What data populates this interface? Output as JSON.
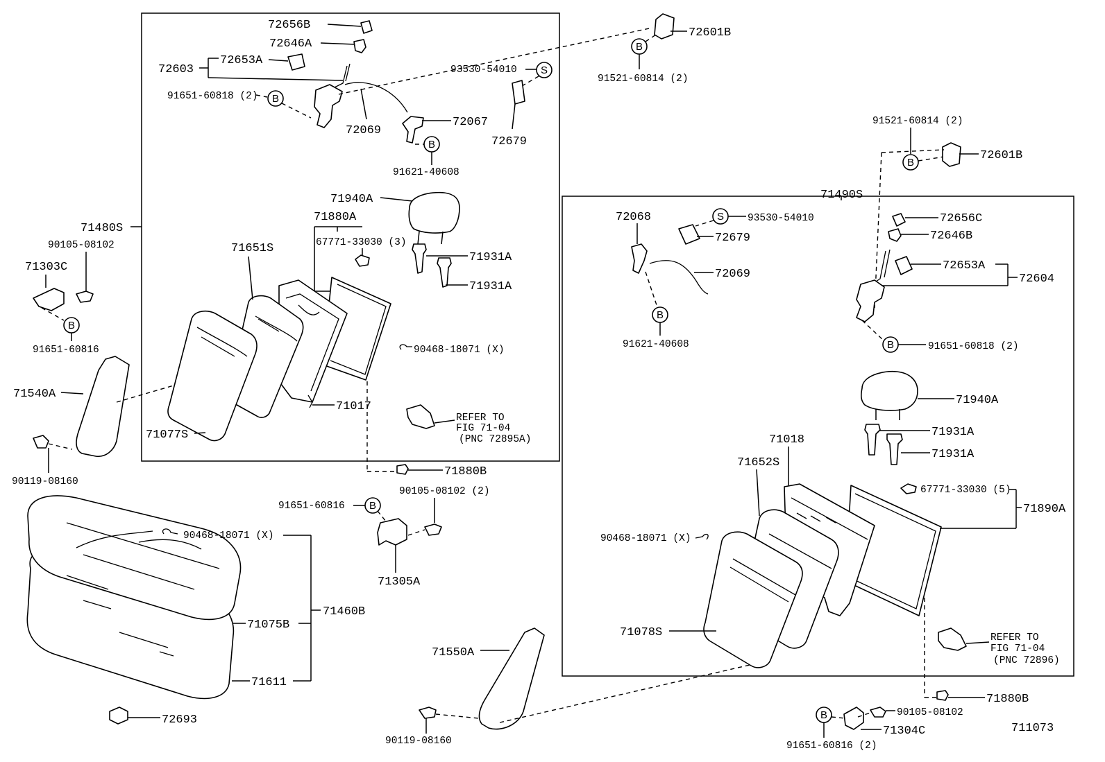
{
  "labels": {
    "l_72656B": "72656B",
    "l_72646A": "72646A",
    "l_72603": "72603",
    "l_72653A": "72653A",
    "l_91651_60818_2": "91651-60818 (2)",
    "l_72069": "72069",
    "l_72067": "72067",
    "l_91621_40608": "91621-40608",
    "l_93530_54010": "93530-54010",
    "l_72679": "72679",
    "l_72601B": "72601B",
    "l_91521_60814_2": "91521-60814 (2)",
    "l_71480S": "71480S",
    "l_90105_08102": "90105-08102",
    "l_71303C": "71303C",
    "l_91651_60816": "91651-60816",
    "l_71540A": "71540A",
    "l_90119_08160": "90119-08160",
    "l_71940A": "71940A",
    "l_71880A": "71880A",
    "l_67771_33030_3": "67771-33030 (3)",
    "l_71931A": "71931A",
    "l_71651S": "71651S",
    "l_90468_18071_X": "90468-18071 (X)",
    "l_71017": "71017",
    "l_71077S": "71077S",
    "l_refer_to": "REFER TO",
    "l_fig_71_04": "FIG 71-04",
    "l_pnc_72895A": "(PNC 72895A)",
    "l_71880B": "71880B",
    "l_90105_08102_2": "90105-08102 (2)",
    "l_71305A": "71305A",
    "l_71460B": "71460B",
    "l_71075B": "71075B",
    "l_71611": "71611",
    "l_72693": "72693",
    "l_71550A": "71550A",
    "l_71490S": "71490S",
    "l_72068": "72068",
    "l_72601B_r": "72601B",
    "l_72656C": "72656C",
    "l_72646B": "72646B",
    "l_72653A_r": "72653A",
    "l_72604": "72604",
    "l_67771_33030_5": "67771-33030 (5)",
    "l_71890A": "71890A",
    "l_71018": "71018",
    "l_71652S": "71652S",
    "l_71078S": "71078S",
    "l_pnc_72896": "(PNC 72896)",
    "l_91651_60816_2": "91651-60816 (2)",
    "l_71304C": "71304C",
    "l_711073": "711073"
  },
  "markers": {
    "bolt": "B",
    "screw": "S"
  }
}
